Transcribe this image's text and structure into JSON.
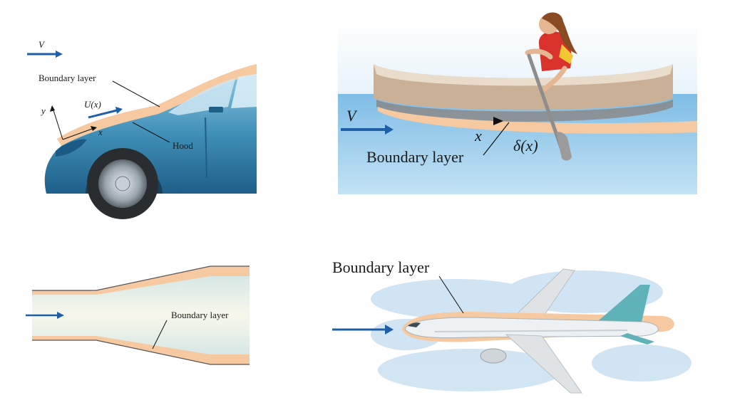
{
  "car": {
    "velocity_label": "V",
    "boundary_label": "Boundary layer",
    "u_label": "U(x)",
    "y_label": "y",
    "x_label": "x",
    "hood_label": "Hood"
  },
  "canoe": {
    "velocity_label": "V",
    "x_label": "x",
    "delta_label": "δ(x)",
    "boundary_label": "Boundary layer"
  },
  "duct": {
    "boundary_label": "Boundary layer"
  },
  "plane": {
    "boundary_label": "Boundary layer"
  },
  "colors": {
    "boundary": "#f6c9a0",
    "arrow": "#1f5fa8",
    "water": "#a9d3ee",
    "car_body": "#3f8fb8",
    "canoe": "#b08a6e",
    "tail": "#5fb3b8"
  }
}
